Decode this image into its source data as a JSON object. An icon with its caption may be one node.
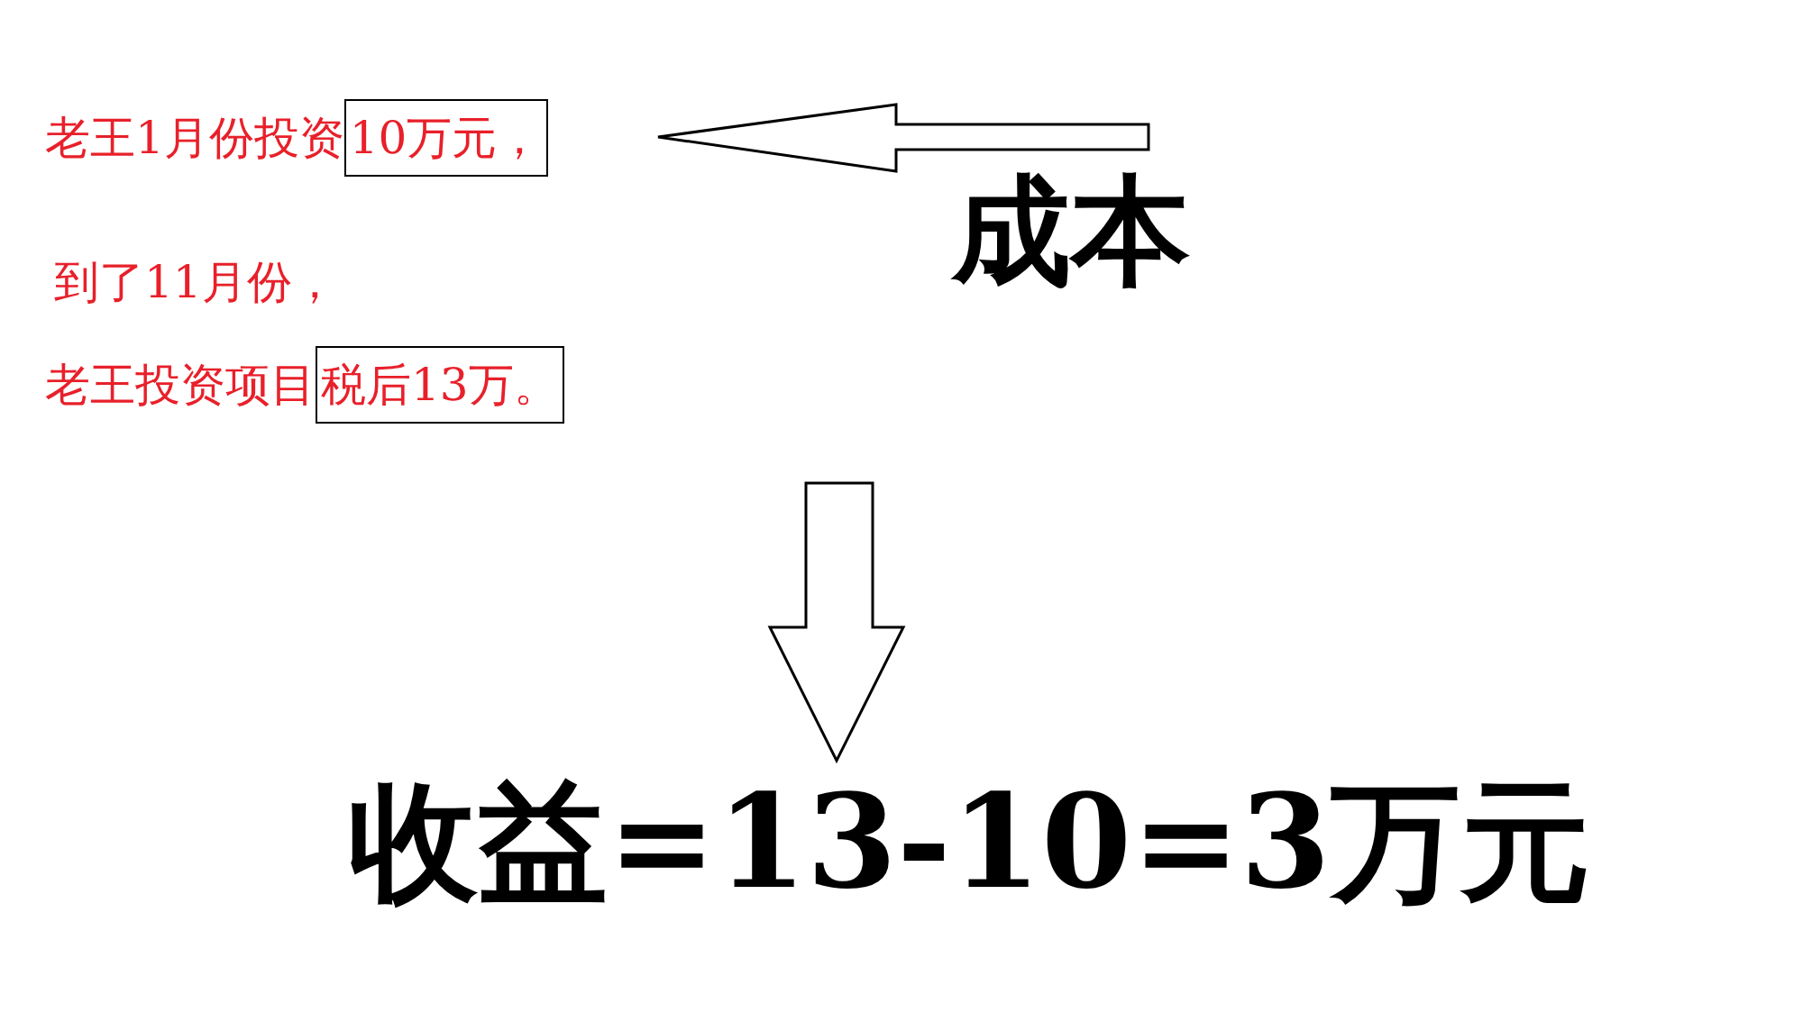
{
  "diagram": {
    "nodes": [
      {
        "text": [
          "10万元，"
        ]
      },
      {
        "text": [
          "成本"
        ]
      },
      {
        "text": [
          "税后13万。"
        ]
      },
      {
        "text": [
          "收益=13-10=3万元"
        ]
      }
    ],
    "edges": [
      {
        "from": 1,
        "to": 0,
        "arrow": "to"
      },
      {
        "from": null,
        "to": 3,
        "arrow": "to"
      }
    ],
    "labels": [
      "老王1月份投资",
      "到了11月份，",
      "老王投资项目"
    ]
  }
}
